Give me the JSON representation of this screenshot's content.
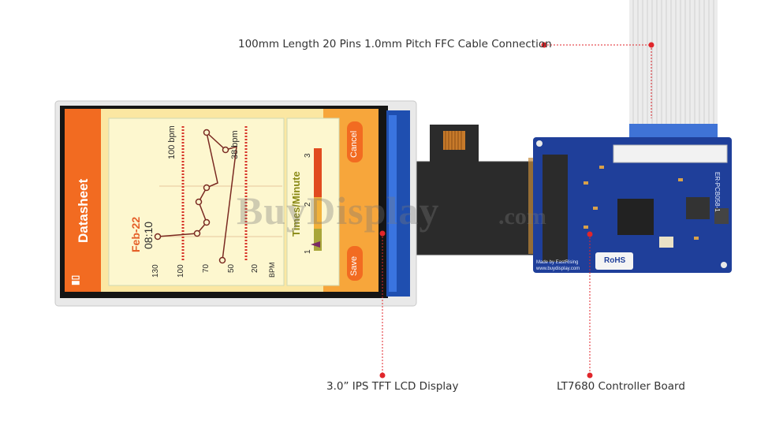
{
  "callouts": {
    "cable": "100mm Length 20 Pins 1.0mm Pitch FFC Cable Connection",
    "display": "3.0” IPS TFT LCD Display",
    "controller": "LT7680 Controller Board"
  },
  "lcd_screen": {
    "sidebar_title": "Datasheet",
    "date": "Feb-22",
    "time": "08:10",
    "bpm_top": "100 bpm",
    "bpm_right": "38 bpm",
    "axis_ticks": [
      "130",
      "100",
      "70",
      "50",
      "20"
    ],
    "axis_unit": "BPM",
    "gauge_title": "Times/Minute",
    "gauge_ticks": [
      "3",
      "2",
      "1"
    ],
    "cancel_button": "Cancel",
    "save_button": "Save",
    "signal_icon": "signal-icon"
  },
  "watermark": {
    "brand": "BuyDisplay",
    "domain": ".com"
  },
  "pcb": {
    "maker": "Made by EastRising",
    "website": "www.buydisplay.com",
    "model": "ER-PCB058-1",
    "rohs": "RoHS"
  },
  "colors": {
    "callout_dot": "#e0262b",
    "lcd_orange": "#f26b21",
    "lcd_panel": "#fdf7cf",
    "pcb_blue": "#1f3f9a",
    "cable_gray": "#e4e4e4"
  }
}
